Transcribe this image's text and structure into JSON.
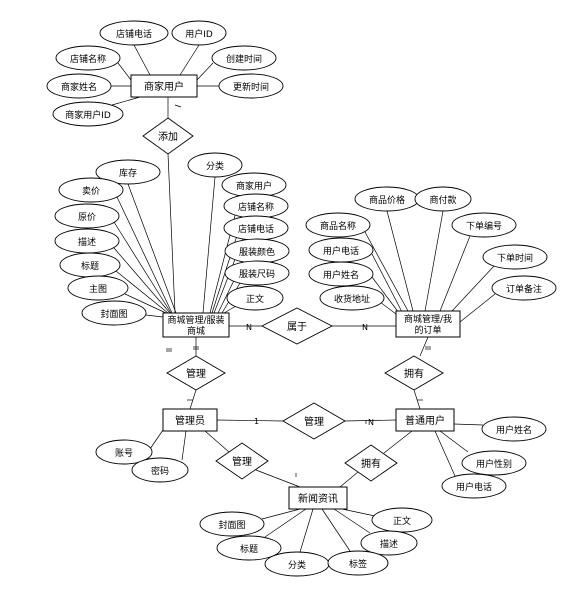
{
  "entities": {
    "merchant_user": "商家用户",
    "product": [
      "商城管理/服装",
      "商城"
    ],
    "order": [
      "商城管理/我",
      "的订单"
    ],
    "admin": "管理员",
    "user": "普通用户",
    "news": "新闻资讯"
  },
  "relationships": {
    "add": "添加",
    "belong": "属于",
    "manage_product": "管理",
    "has_order": "拥有",
    "manage_user": "管理",
    "manage_news": "管理",
    "has_news": "拥有"
  },
  "attributes": {
    "merchant_user": [
      "店铺电话",
      "用户ID",
      "店铺名称",
      "创建时间",
      "商家姓名",
      "更新时间",
      "商家用户ID"
    ],
    "product": [
      "库存",
      "分类",
      "卖价",
      "商家用户",
      "原价",
      "店铺名称",
      "描述",
      "店铺电话",
      "标题",
      "服装颜色",
      "主图",
      "服装尺码",
      "封面图",
      "正文"
    ],
    "order": [
      "商品价格",
      "商付款",
      "商品名称",
      "下单编号",
      "用户电话",
      "下单时间",
      "用户姓名",
      "订单备注",
      "收货地址"
    ],
    "admin": [
      "账号",
      "密码"
    ],
    "user": [
      "用户姓名",
      "用户性别",
      "用户电话"
    ],
    "news": [
      "封面图",
      "正文",
      "标题",
      "描述",
      "分类",
      "标签"
    ]
  },
  "cardinality": {
    "one": "1",
    "many": "N"
  }
}
